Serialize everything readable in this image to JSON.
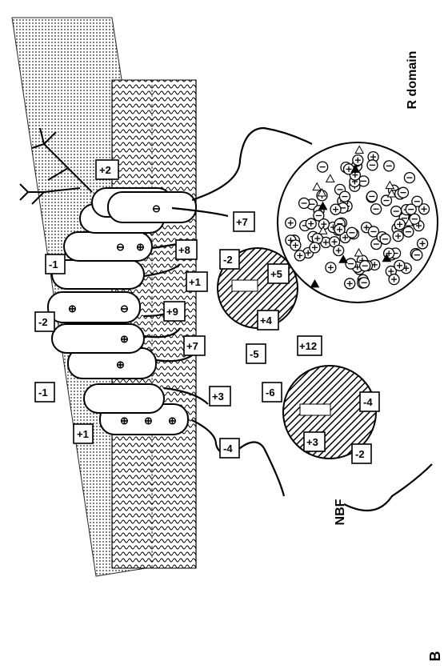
{
  "panel_letter": "B",
  "labels": {
    "r_domain": "R domain",
    "nbf": "NBF"
  },
  "charge_boxes": {
    "tm_loops": [
      "+1",
      "-1",
      "-2",
      "-1",
      "+2"
    ],
    "cyto_loops": [
      "-4",
      "+3",
      "+7",
      "+9",
      "+8",
      "+1",
      "+7"
    ],
    "nbf_upper": [
      "-2",
      "+5",
      "+4",
      "-5",
      "+12"
    ],
    "nbf_lower": [
      "-6",
      "+3",
      "-2",
      "-4"
    ]
  },
  "colors": {
    "ink": "#000000",
    "paper": "#ffffff"
  }
}
